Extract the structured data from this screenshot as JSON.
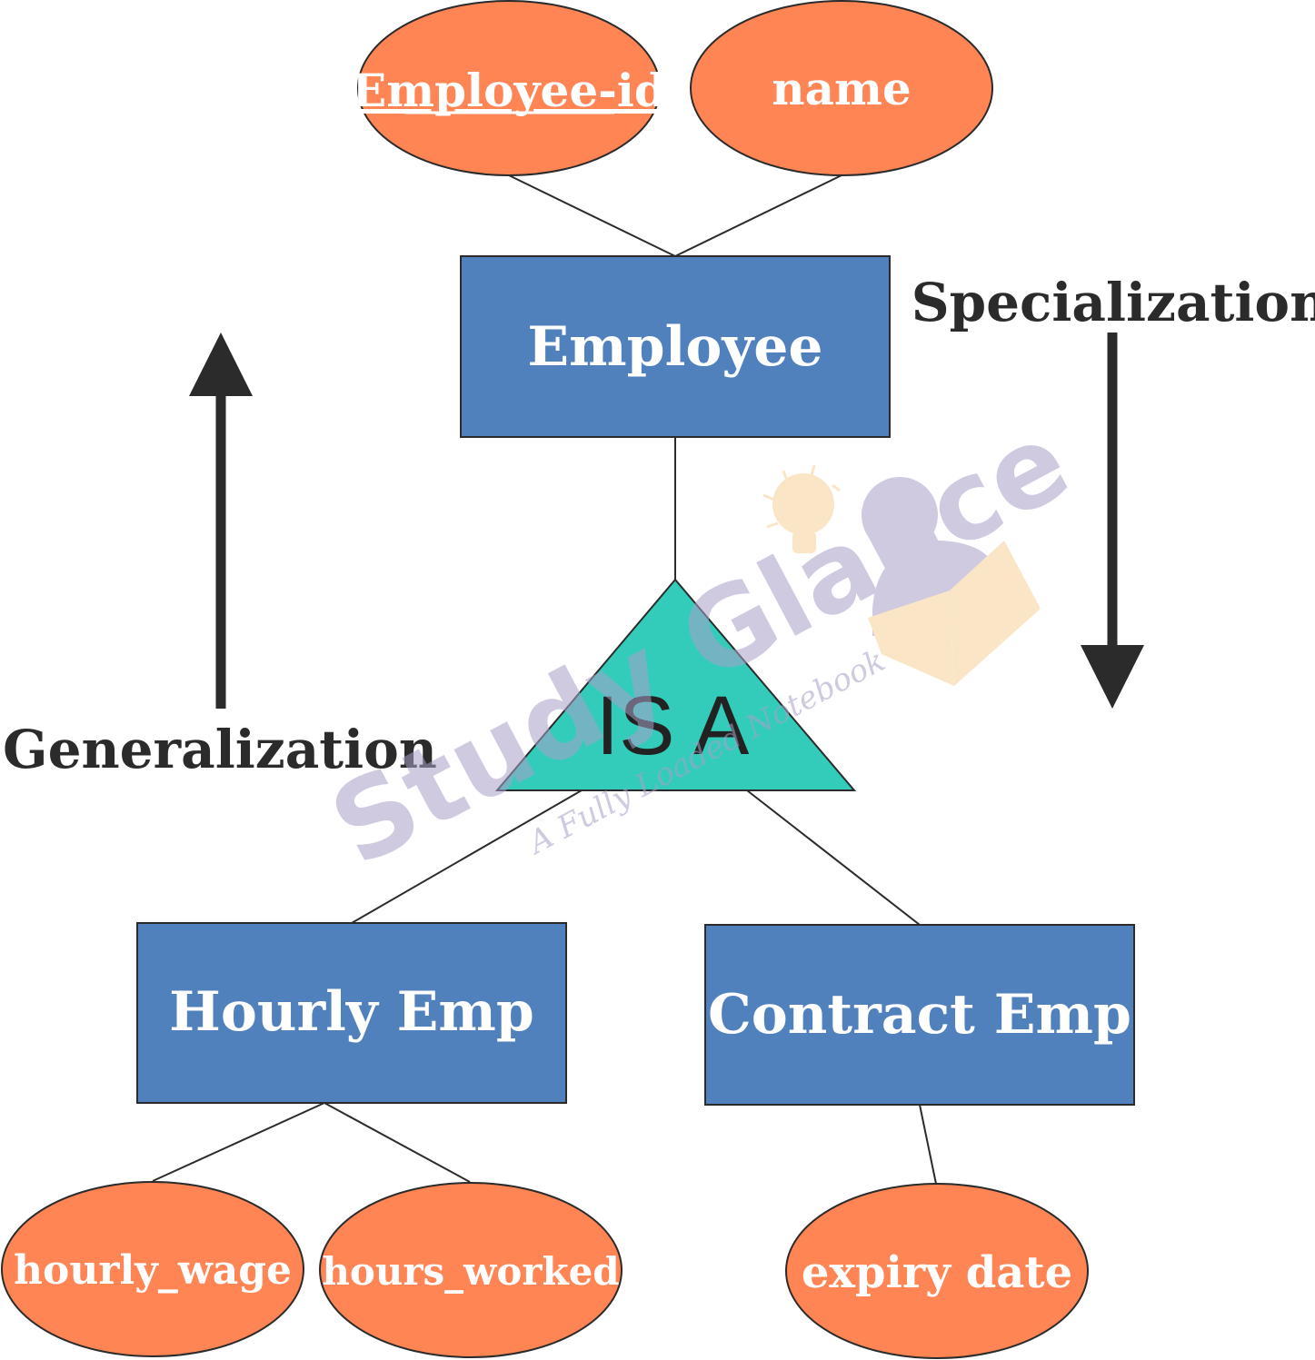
{
  "entities": {
    "employee": "Employee",
    "hourly": "Hourly Emp",
    "contract": "Contract Emp"
  },
  "attributes": {
    "employee_id": "Employee-id",
    "name": "name",
    "hourly_wage": "hourly_wage",
    "hours_worked": "hours_worked",
    "expiry_date": "expiry date"
  },
  "relationship": {
    "isa": "IS A"
  },
  "labels": {
    "specialization": "Specialization",
    "generalization": "Generalization"
  },
  "watermark": {
    "brand": "Study Glance",
    "tagline": "A Fully Loaded Notebook"
  },
  "colors": {
    "entity_fill": "#5181bd",
    "attribute_fill": "#ff8555",
    "isa_fill": "#33ccbb",
    "arrow": "#2b2b2b"
  }
}
